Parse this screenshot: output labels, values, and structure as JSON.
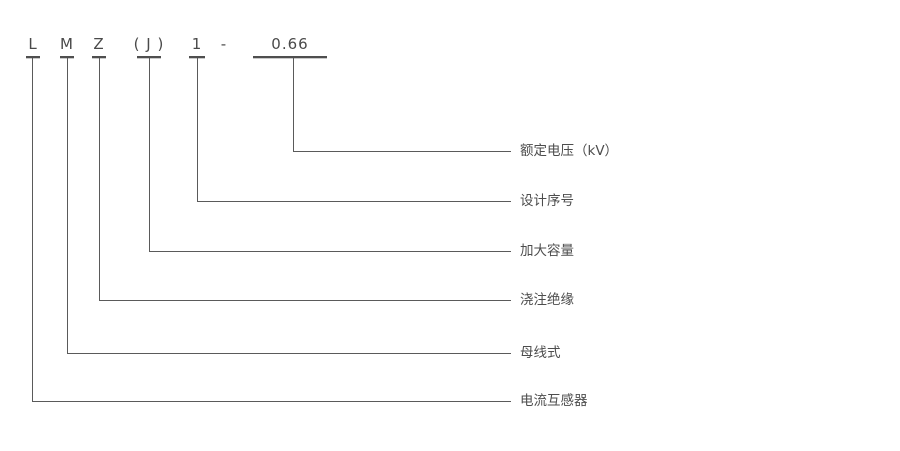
{
  "diagram": {
    "type": "model-designation-legend",
    "code_segments": [
      {
        "code": "L",
        "meaning": "电流互感器"
      },
      {
        "code": "M",
        "meaning": "母线式"
      },
      {
        "code": "Z",
        "meaning": "浇注绝缘"
      },
      {
        "code": "( J )",
        "meaning": "加大容量"
      },
      {
        "code": "1",
        "meaning": "设计序号"
      },
      {
        "code": "0.66",
        "meaning": "额定电压（kV）"
      }
    ],
    "separator": "-",
    "full_code": "LMZ(J)1-0.66",
    "colors": {
      "line": "#5a5a5a",
      "underline": "#4f4f4f",
      "code_text": "#4a4a4a",
      "label_text": "#4d4d4d",
      "background": "#ffffff"
    }
  }
}
